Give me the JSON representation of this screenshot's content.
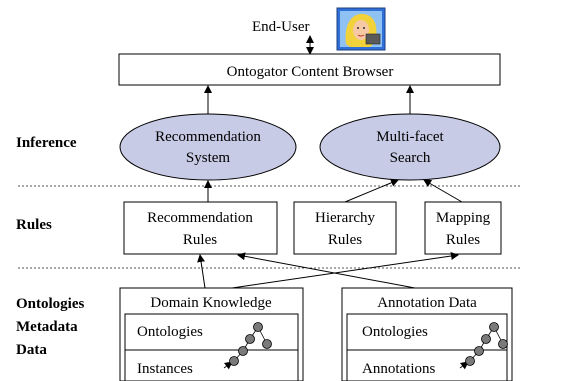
{
  "end_user": {
    "label": "End-User"
  },
  "browser": {
    "label": "Ontogator Content Browser"
  },
  "layers": {
    "inference": "Inference",
    "rules": "Rules",
    "data_line1": "Ontologies",
    "data_line2": "Metadata",
    "data_line3": "Data"
  },
  "inference": {
    "recommendation_line1": "Recommendation",
    "recommendation_line2": "System",
    "multifacet_line1": "Multi-facet",
    "multifacet_line2": "Search"
  },
  "rules": {
    "recommendation_line1": "Recommendation",
    "recommendation_line2": "Rules",
    "hierarchy_line1": "Hierarchy",
    "hierarchy_line2": "Rules",
    "mapping_line1": "Mapping",
    "mapping_line2": "Rules"
  },
  "domain_knowledge": {
    "title": "Domain Knowledge",
    "ontologies": "Ontologies",
    "instances": "Instances"
  },
  "annotation_data": {
    "title": "Annotation Data",
    "ontologies": "Ontologies",
    "annotations": "Annotations"
  },
  "icons": {
    "user": "user-portrait-icon",
    "graph": "node-graph-icon"
  }
}
